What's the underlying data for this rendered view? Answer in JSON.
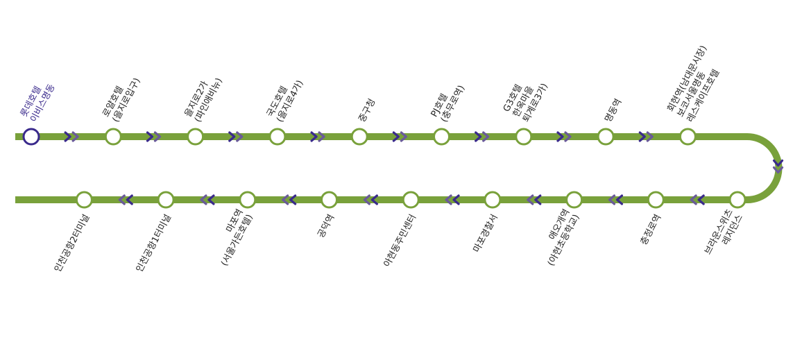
{
  "colors": {
    "line": "#79a13b",
    "stop_fill": "#ffffff",
    "current_stop": "#3a2a8c",
    "arrow": "#3a2a8c",
    "arrow_secondary": "#6a5a9a",
    "label": "#222222"
  },
  "route": {
    "outbound_stops": [
      {
        "lines": [
          "롯데호텔",
          "이비스명동"
        ],
        "current": true
      },
      {
        "lines": [
          "로얄호텔",
          "(을지로입구)"
        ]
      },
      {
        "lines": [
          "을지로2가",
          "(파인애비뉴)"
        ]
      },
      {
        "lines": [
          "국도호텔",
          "(을지로4가)"
        ]
      },
      {
        "lines": [
          "중구청"
        ]
      },
      {
        "lines": [
          "PJ호텔",
          "(충무로역)"
        ]
      },
      {
        "lines": [
          "G3호텔",
          "한옥마을",
          "퇴계로3가)"
        ]
      },
      {
        "lines": [
          "명동역"
        ]
      },
      {
        "lines": [
          "회현역(남대문시장)",
          "보코서울명동",
          "레스케이프호텔"
        ]
      }
    ],
    "return_stops": [
      {
        "lines": [
          "브라운스위츠",
          "레지던스"
        ]
      },
      {
        "lines": [
          "충정로역"
        ]
      },
      {
        "lines": [
          "애오개역",
          "(아현초등학교)"
        ]
      },
      {
        "lines": [
          "마포경찰서"
        ]
      },
      {
        "lines": [
          "아현동주민센터"
        ]
      },
      {
        "lines": [
          "공덕역"
        ]
      },
      {
        "lines": [
          "마포역",
          "(서울가든호텔)"
        ]
      },
      {
        "lines": [
          "인천공항1터미널"
        ]
      },
      {
        "lines": [
          "인천공항2터미널"
        ]
      }
    ]
  }
}
